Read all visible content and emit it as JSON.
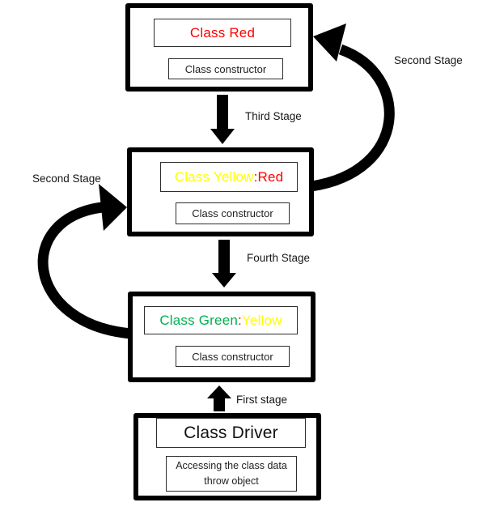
{
  "diagram": {
    "boxes": [
      {
        "name": "class-red",
        "title": [
          {
            "text": "Class Red",
            "color": "#fe0000"
          }
        ],
        "constructor_label": "Class constructor"
      },
      {
        "name": "class-yellow-red",
        "title": [
          {
            "text": "Class Yellow",
            "color": "#ffff00"
          },
          {
            "text": ":Red",
            "color": "#fe0000"
          }
        ],
        "constructor_label": "Class constructor"
      },
      {
        "name": "class-green-yellow",
        "title": [
          {
            "text": "Class Green",
            "color": "#00b050"
          },
          {
            "text": ":",
            "color": "#fe0000"
          },
          {
            "text": "Yellow",
            "color": "#ffff00"
          }
        ],
        "constructor_label": "Class constructor"
      },
      {
        "name": "class-driver",
        "title": [
          {
            "text": "Class Driver",
            "color": "#111111"
          }
        ],
        "body": "Accessing the class data throw object"
      }
    ],
    "arrow_labels": {
      "second_stage_right": "Second Stage",
      "third_stage": "Third Stage",
      "second_stage_left": "Second Stage",
      "fourth_stage": "Fourth Stage",
      "first_stage": "First stage"
    },
    "colors": {
      "red": "#fe0000",
      "yellow": "#ffff00",
      "green": "#00b050",
      "arrow": "#000000",
      "border": "#000000"
    }
  }
}
